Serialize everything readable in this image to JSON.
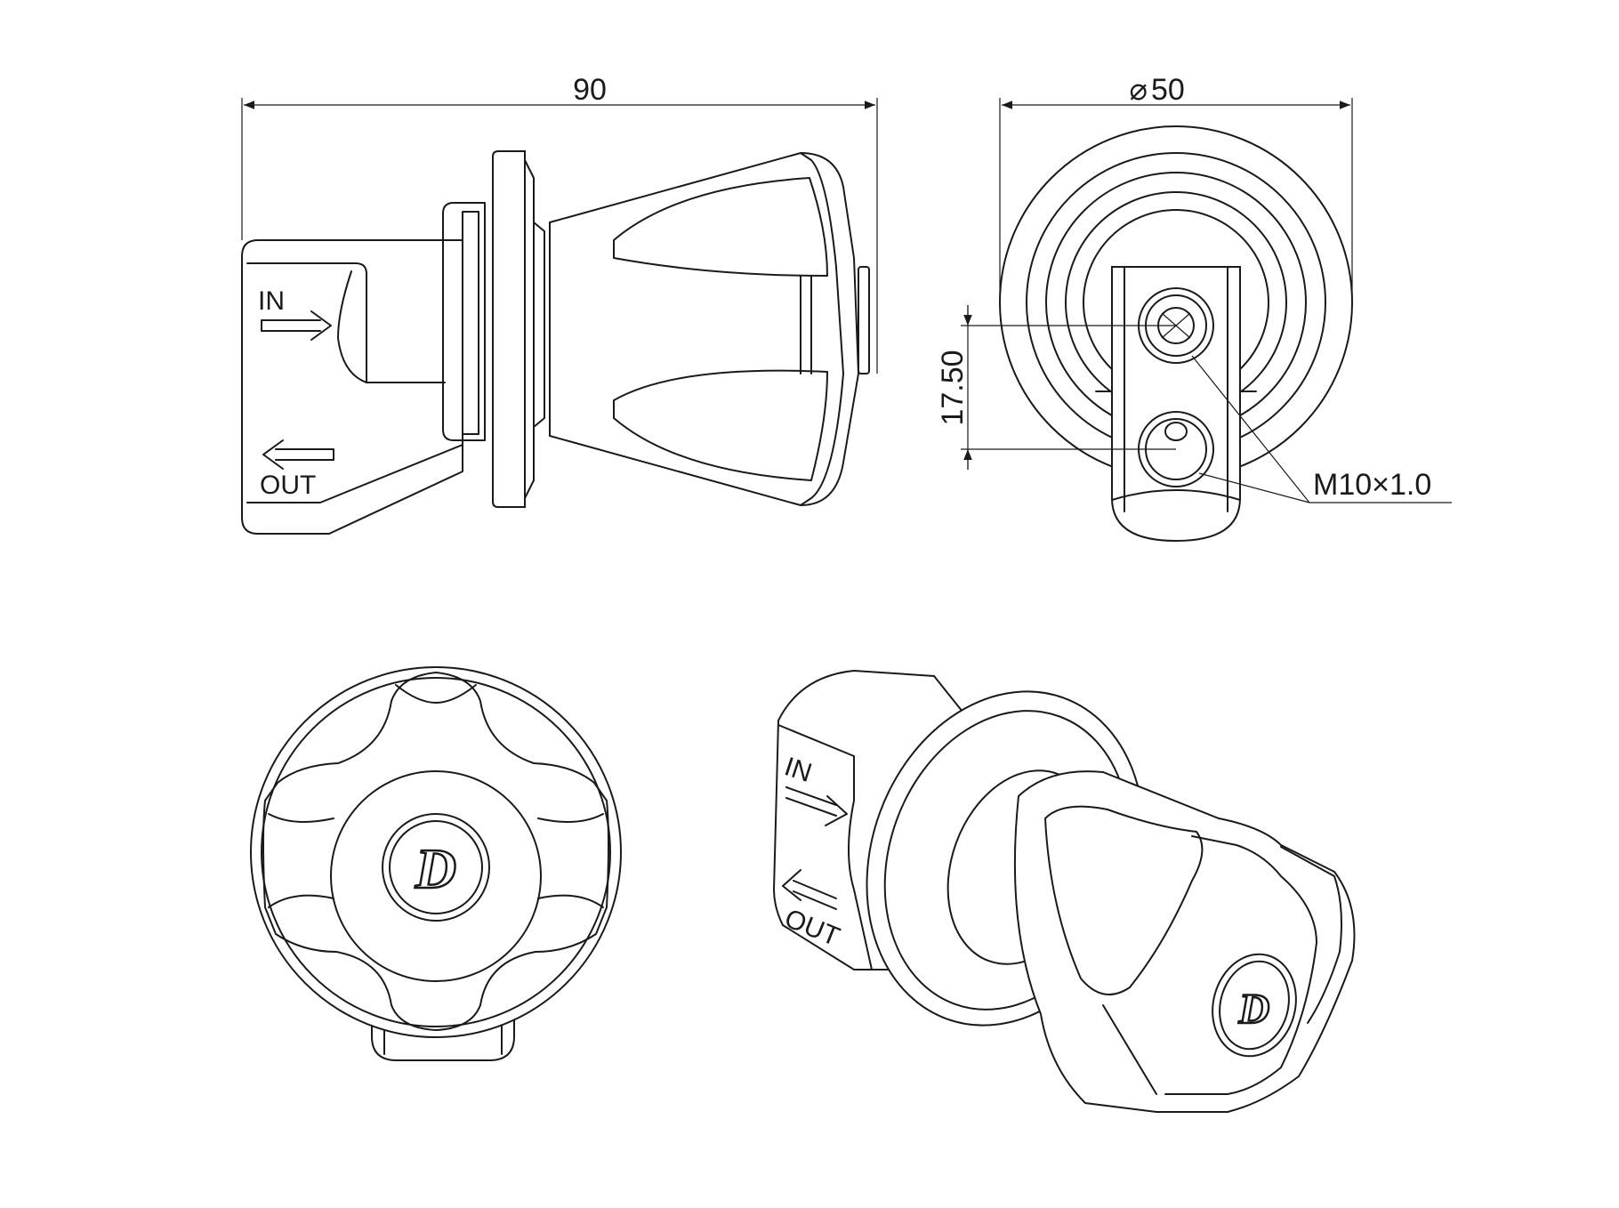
{
  "dimensions": {
    "length": "90",
    "diameter_symbol": "⌀",
    "diameter": "50",
    "spacing": "17.50",
    "thread": "M10×1.0"
  },
  "labels": {
    "inlet": "IN",
    "outlet": "OUT",
    "logo": "D"
  }
}
